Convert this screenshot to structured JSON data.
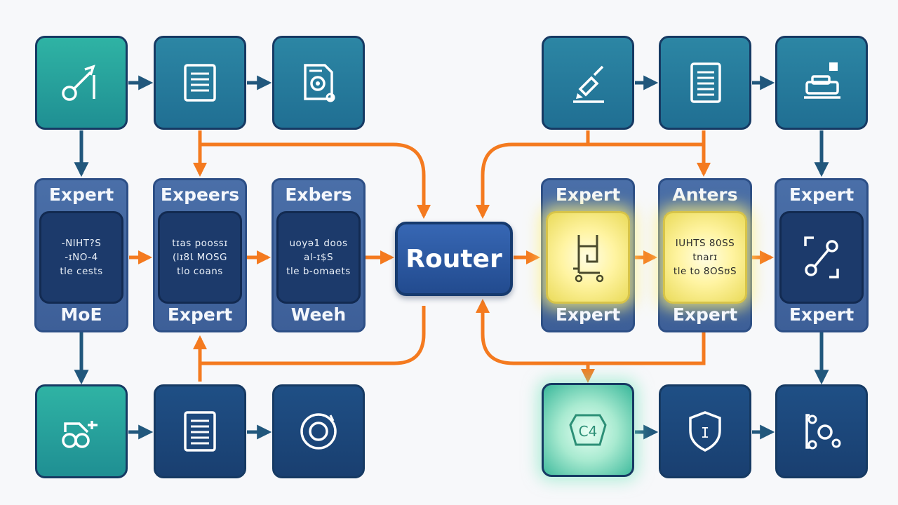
{
  "router": {
    "label": "Router"
  },
  "experts": [
    {
      "id": "l1",
      "title": "Expert",
      "lines": [
        "-NIHT?S",
        "-ɪNO-4",
        "tle cests"
      ],
      "footer": "MoE",
      "highlight": false
    },
    {
      "id": "l2",
      "title": "Expeers",
      "lines": [
        "tɪas poossɪ",
        "(lɪ8Ɩ MOSG",
        "tlo coans"
      ],
      "footer": "Expert",
      "highlight": false
    },
    {
      "id": "l3",
      "title": "Exbers",
      "lines": [
        "uoyə1 doos",
        "al-ɪ$S",
        "tle b-omaets"
      ],
      "footer": "Weeh",
      "highlight": false
    },
    {
      "id": "r1",
      "title": "Expert",
      "lines": [],
      "footer": "Expert",
      "highlight": true,
      "icon": "circuit-icon"
    },
    {
      "id": "r2",
      "title": "Anters",
      "lines": [
        "IUHTS 80SS",
        "tnarɪ",
        "tle to 8OSʊS"
      ],
      "footer": "Expert",
      "highlight": true
    },
    {
      "id": "r3",
      "title": "Expert",
      "lines": [],
      "footer": "Expert",
      "highlight": false,
      "icon": "node-link-icon"
    }
  ],
  "icon_nodes": [
    {
      "id": "tl1",
      "icon": "pen-tool-icon"
    },
    {
      "id": "tl2",
      "icon": "document-icon"
    },
    {
      "id": "tl3",
      "icon": "file-gear-icon"
    },
    {
      "id": "tr1",
      "icon": "brush-icon"
    },
    {
      "id": "tr2",
      "icon": "document-icon"
    },
    {
      "id": "tr3",
      "icon": "printer-icon"
    },
    {
      "id": "bl1",
      "icon": "bike-icon"
    },
    {
      "id": "bl2",
      "icon": "document-icon"
    },
    {
      "id": "bl3",
      "icon": "disc-icon"
    },
    {
      "id": "br1",
      "icon": "badge-icon",
      "label": "C4"
    },
    {
      "id": "br2",
      "icon": "shield-icon",
      "label": "I"
    },
    {
      "id": "br3",
      "icon": "network-icon"
    }
  ],
  "colors": {
    "orange": "#f47a1f",
    "blue_connector": "#21577c",
    "teal_node": "#2aa59b",
    "mid_node": "#2479a0",
    "dark_node": "#1c4679",
    "expert_panel": "#4467a0",
    "highlight_yellow": "#fff6a8",
    "highlight_green": "#a8ead0",
    "router": "#2b5aa3"
  }
}
